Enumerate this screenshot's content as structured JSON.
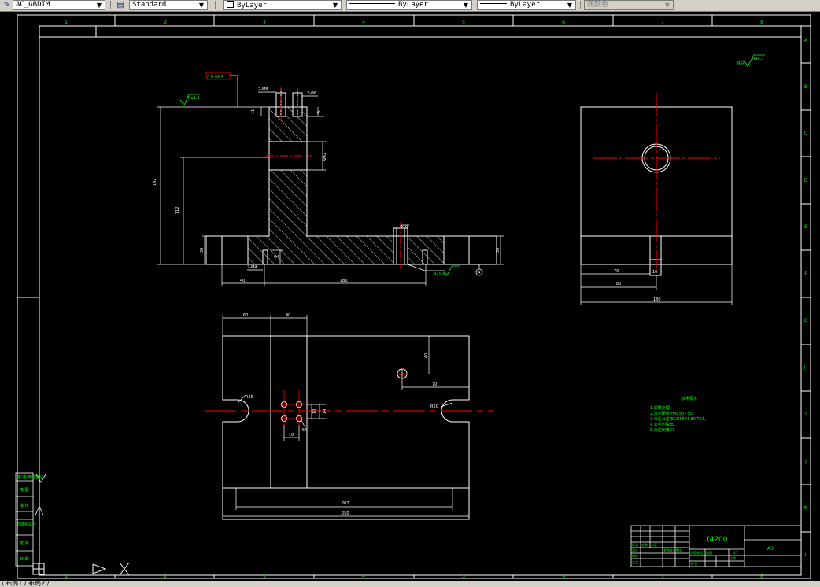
{
  "toolbar": {
    "dimstyle": "AC_GBDIM",
    "textstyle": "Standard",
    "layer": "ByLayer",
    "linetype": "ByLayer",
    "lineweight": "ByLayer",
    "color": "随颜色"
  },
  "drawing": {
    "border_cols": [
      "1",
      "2",
      "3",
      "4",
      "5",
      "6",
      "7",
      "8"
    ],
    "border_rows": [
      "A",
      "B",
      "C",
      "D",
      "E",
      "F",
      "G",
      "H",
      "I",
      "J",
      "K",
      "L"
    ],
    "dims_front": {
      "overall_h": "142",
      "inner_h": "112",
      "base_h": "30",
      "base_h_r": "30",
      "left": "40",
      "len": "180",
      "top_gap": "11",
      "top_w": "5",
      "bore": "Φ42",
      "slot_l": "2-M8",
      "slot_r": "2-Φ8",
      "hole": "Φ10",
      "base_hole": "2-M4",
      "small": "Φ4"
    },
    "dims_side": {
      "w": "180",
      "a": "70",
      "b": "80",
      "c": "10"
    },
    "dims_top": {
      "top1": "60",
      "top2": "40",
      "v1": "40",
      "h1": "70",
      "r_l": "R15",
      "r_r": "R20",
      "s1": "10",
      "s2": "14",
      "s3": "10",
      "s4": "5",
      "len1": "207",
      "len2": "250"
    },
    "notes": {
      "title": "技术要求",
      "lines": [
        "1.调质处理。",
        "2.淬火硬度 HRC50~55。",
        "3.未注公差按GB1804-80IT14。",
        "4.去毛刺锐角。",
        "5.未注倒角C1"
      ]
    },
    "title_block": {
      "scale_title": "(4200",
      "material": "A3",
      "extra": "45",
      "rows_left": [
        "标记",
        "设计",
        "审核",
        "工艺"
      ],
      "rows_mid": [
        "处数",
        "分区",
        "更改文件号",
        "签名"
      ],
      "rows_right": [
        "阶段标记",
        "重量",
        "比例",
        "共 张"
      ]
    },
    "roughness_main": "Ra6.3",
    "roughness_note": "其余",
    "roughness_front": "Ra3.2",
    "roughness_base": "Ra1.6",
    "gtol": "// 0.02 A",
    "datum": "A",
    "left_strip": [
      "借(通)用件登记",
      "描 图",
      "描 校",
      "旧底图总号",
      "签 字",
      "日 期"
    ]
  },
  "status": {
    "tabs": "\\ 布局1 / 布局2 /"
  }
}
